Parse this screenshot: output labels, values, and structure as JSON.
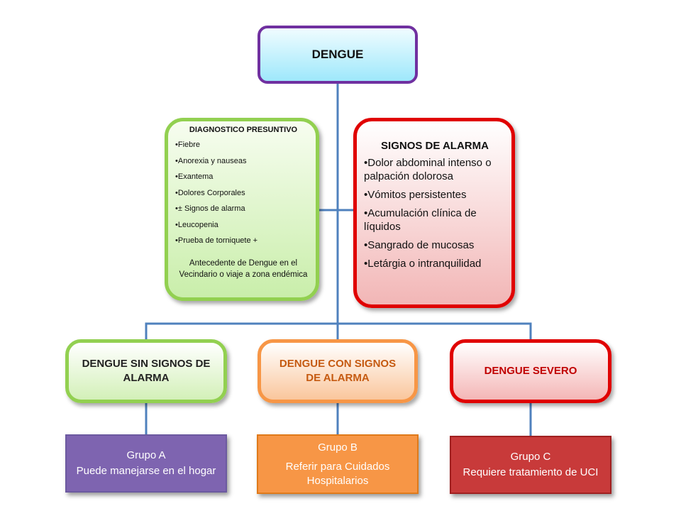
{
  "root": {
    "title": "DENGUE"
  },
  "diagnostico": {
    "title": "DIAGNOSTICO PRESUNTIVO",
    "items": [
      "Fiebre",
      "Anorexia y nauseas",
      "Exantema",
      "Dolores Corporales",
      "± Signos de alarma",
      "Leucopenia",
      "Prueba de torniquete +"
    ],
    "note": "Antecedente de Dengue en el Vecindario o viaje a zona endémica"
  },
  "alarma": {
    "title": "SIGNOS DE ALARMA",
    "items": [
      "Dolor abdominal intenso o palpación dolorosa",
      "Vómitos persistentes",
      "Acumulación clínica de líquidos",
      "Sangrado de mucosas",
      "Letárgia o intranquilidad"
    ]
  },
  "categories": [
    {
      "label": "DENGUE SIN SIGNOS DE ALARMA"
    },
    {
      "label": "DENGUE CON SIGNOS DE ALARMA"
    },
    {
      "label": "DENGUE SEVERO"
    }
  ],
  "groups": [
    {
      "name": "Grupo A",
      "description": "Puede manejarse en el hogar"
    },
    {
      "name": "Grupo B",
      "description": "Referir para Cuidados Hospitalarios"
    },
    {
      "name": "Grupo C",
      "description": "Requiere tratamiento de UCI"
    }
  ],
  "colors": {
    "connector": "#4f81bd",
    "purple": "#7030a0",
    "green": "#92d050",
    "orange": "#f79646",
    "red": "#e00000"
  }
}
